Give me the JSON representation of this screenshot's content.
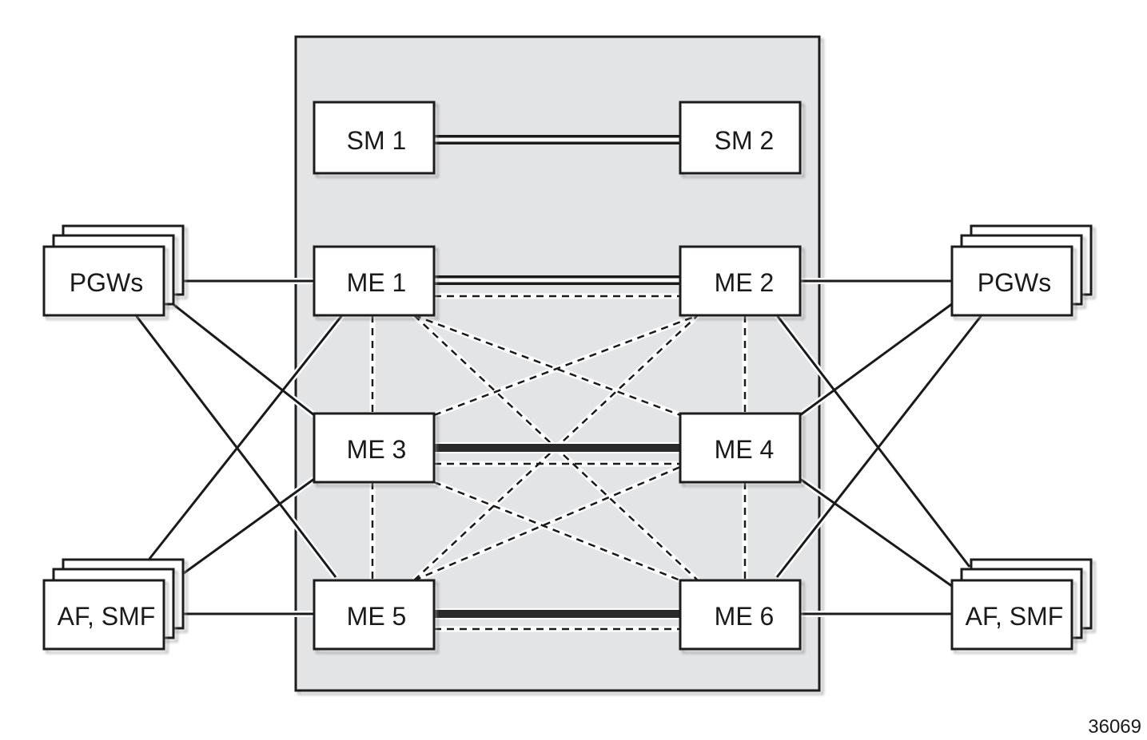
{
  "nodes": {
    "sm1": "SM 1",
    "sm2": "SM 2",
    "me1": "ME 1",
    "me2": "ME 2",
    "me3": "ME 3",
    "me4": "ME 4",
    "me5": "ME 5",
    "me6": "ME 6",
    "pgw_left": "PGWs",
    "pgw_right": "PGWs",
    "afsmf_left": "AF, SMF",
    "afsmf_right": "AF, SMF"
  },
  "figure_id": "36069",
  "colors": {
    "enclosure_fill": "#e3e4e6",
    "stroke": "#1a1a1a",
    "box_fill": "#ffffff"
  }
}
